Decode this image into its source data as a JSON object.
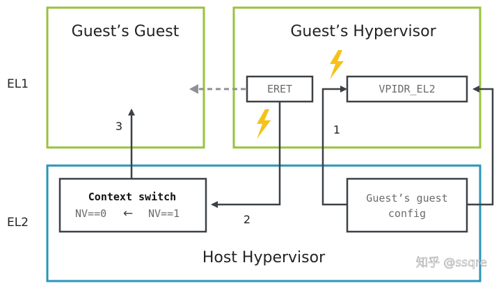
{
  "exception_levels": {
    "el1": "EL1",
    "el2": "EL2"
  },
  "boxes": {
    "guest_guest": "Guest’s Guest",
    "guest_hypervisor": "Guest’s Hypervisor",
    "host_hypervisor": "Host Hypervisor"
  },
  "registers": {
    "eret": "ERET",
    "vpidr": "VPIDR_EL2"
  },
  "context_switch": {
    "title": "Context switch",
    "from": "NV==0",
    "arrow": "←",
    "to": "NV==1"
  },
  "guest_config": {
    "line1": "Guest’s guest",
    "line2": "config"
  },
  "steps": {
    "one": "1",
    "two": "2",
    "three": "3"
  },
  "watermark": "知乎 @ssqre",
  "colors": {
    "green": "#9ac23c",
    "blue": "#2a95b8",
    "dark": "#3c4146",
    "trap": "#f5c21a"
  }
}
